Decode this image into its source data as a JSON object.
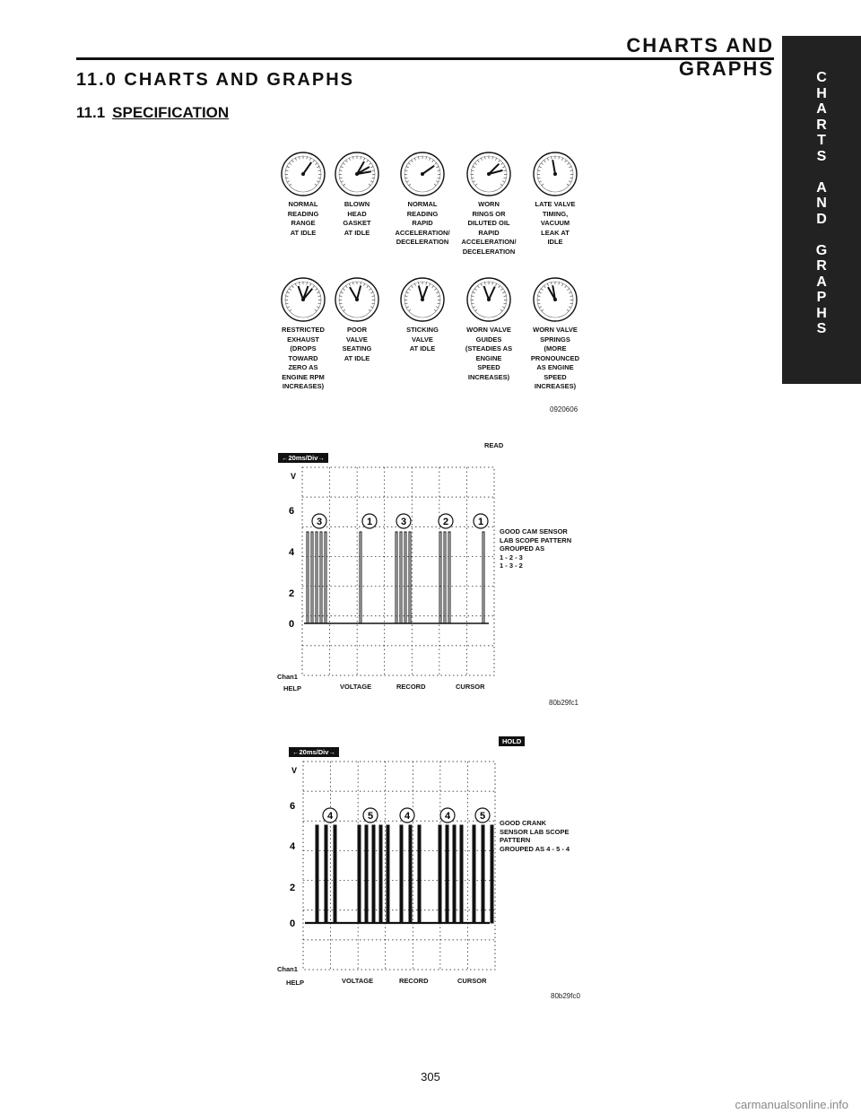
{
  "header": {
    "running_title": "CHARTS AND GRAPHS"
  },
  "side_tab": {
    "letters": [
      "C",
      "H",
      "A",
      "R",
      "T",
      "S",
      "",
      "A",
      "N",
      "D",
      "",
      "G",
      "R",
      "A",
      "P",
      "H",
      "S"
    ]
  },
  "section": {
    "number_title": "11.0  CHARTS AND GRAPHS"
  },
  "subsection": {
    "number": "11.1",
    "title": "SPECIFICATION"
  },
  "gauges": {
    "row1": [
      {
        "lines": [
          "NORMAL",
          "READING",
          "RANGE",
          "AT IDLE"
        ]
      },
      {
        "lines": [
          "BLOWN",
          "HEAD",
          "GASKET",
          "AT IDLE"
        ]
      },
      {
        "lines": [
          "NORMAL",
          "READING",
          "RAPID",
          "ACCELERATION/",
          "DECELERATION"
        ]
      },
      {
        "lines": [
          "WORN",
          "RINGS OR",
          "DILUTED OIL",
          "RAPID",
          "ACCELERATION/",
          "DECELERATION"
        ]
      },
      {
        "lines": [
          "LATE VALVE",
          "TIMING,",
          "VACUUM",
          "LEAK AT",
          "IDLE"
        ]
      }
    ],
    "row2": [
      {
        "lines": [
          "RESTRICTED",
          "EXHAUST",
          "(DROPS",
          "TOWARD",
          "ZERO AS",
          "ENGINE RPM",
          "INCREASES)"
        ]
      },
      {
        "lines": [
          "POOR",
          "VALVE",
          "SEATING",
          "AT IDLE"
        ]
      },
      {
        "lines": [
          "STICKING",
          "VALVE",
          "AT IDLE"
        ]
      },
      {
        "lines": [
          "WORN VALVE",
          "GUIDES",
          "(STEADIES AS",
          "ENGINE",
          "SPEED",
          "INCREASES)"
        ]
      },
      {
        "lines": [
          "WORN VALVE",
          "SPRINGS",
          "(MORE",
          "PRONOUNCED",
          "AS ENGINE",
          "SPEED",
          "INCREASES)"
        ]
      }
    ],
    "figure_id": "0920606"
  },
  "scope1": {
    "mode": "READ",
    "timebase": "←20ms/Div→",
    "unit": "V",
    "y_ticks": [
      "6",
      "4",
      "2",
      "0"
    ],
    "channel": "Chan1",
    "help": "HELP",
    "menu": [
      "VOLTAGE",
      "RECORD",
      "CURSOR"
    ],
    "groups": [
      "3",
      "1",
      "3",
      "2",
      "1"
    ],
    "caption": [
      "GOOD CAM SENSOR",
      "LAB SCOPE PATTERN",
      "GROUPED AS",
      "1 - 2 - 3",
      "1 - 3 - 2"
    ],
    "figure_id": "80b29fc1"
  },
  "scope2": {
    "mode": "HOLD",
    "timebase": "←20ms/Div→",
    "unit": "V",
    "y_ticks": [
      "6",
      "4",
      "2",
      "0"
    ],
    "channel": "Chan1",
    "help": "HELP",
    "menu": [
      "VOLTAGE",
      "RECORD",
      "CURSOR"
    ],
    "groups": [
      "4",
      "5",
      "4",
      "4",
      "5"
    ],
    "caption": [
      "GOOD CRANK",
      "SENSOR LAB SCOPE",
      "PATTERN",
      "GROUPED AS 4 - 5 - 4"
    ],
    "figure_id": "80b29fc0"
  },
  "page": {
    "number": "305",
    "watermark": "carmanualsonline.info"
  }
}
